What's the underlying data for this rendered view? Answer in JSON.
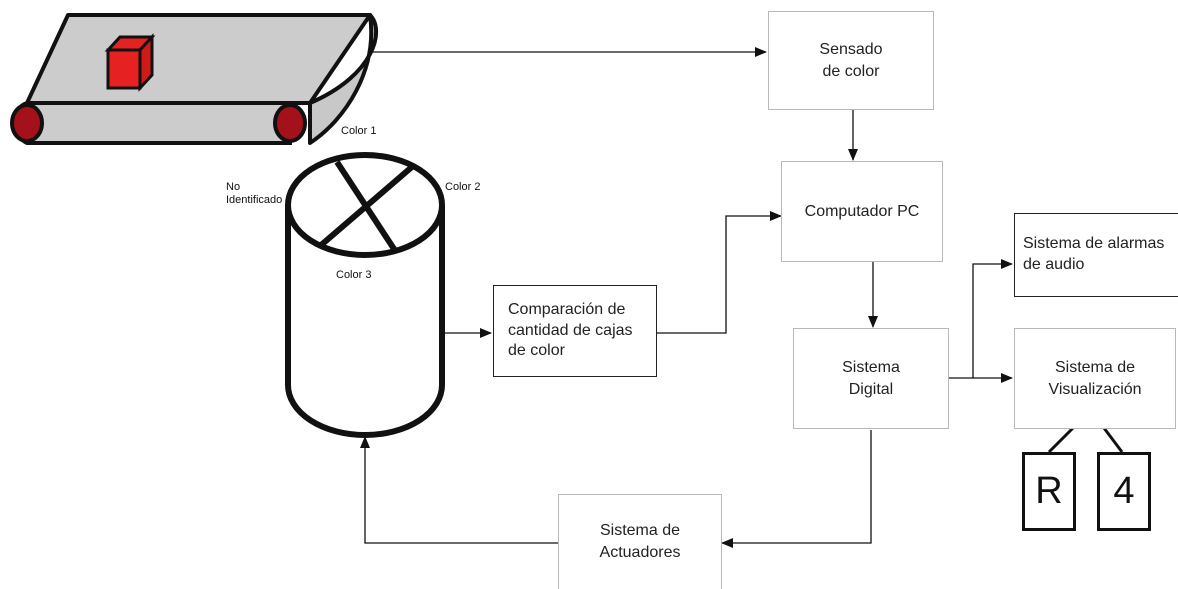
{
  "blocks": {
    "sensado": "Sensado\nde color",
    "computador": "Computador PC",
    "alarmas": "Sistema de alarmas\nde audio",
    "digital": "Sistema\nDigital",
    "visualizacion": "Sistema de\nVisualización",
    "comparacion": "Comparación de\ncantidad de cajas\nde color",
    "actuadores": "Sistema de\nActuadores"
  },
  "bin_labels": {
    "color1": "Color 1",
    "color2": "Color 2",
    "color3": "Color 3",
    "no_identificado": "No\nIdentificado"
  },
  "display": {
    "left": "R",
    "right": "4"
  },
  "colors": {
    "box_red": "#e52121",
    "roller_red": "#a4111b",
    "belt_gray": "#cccccc",
    "outline": "#111111"
  }
}
